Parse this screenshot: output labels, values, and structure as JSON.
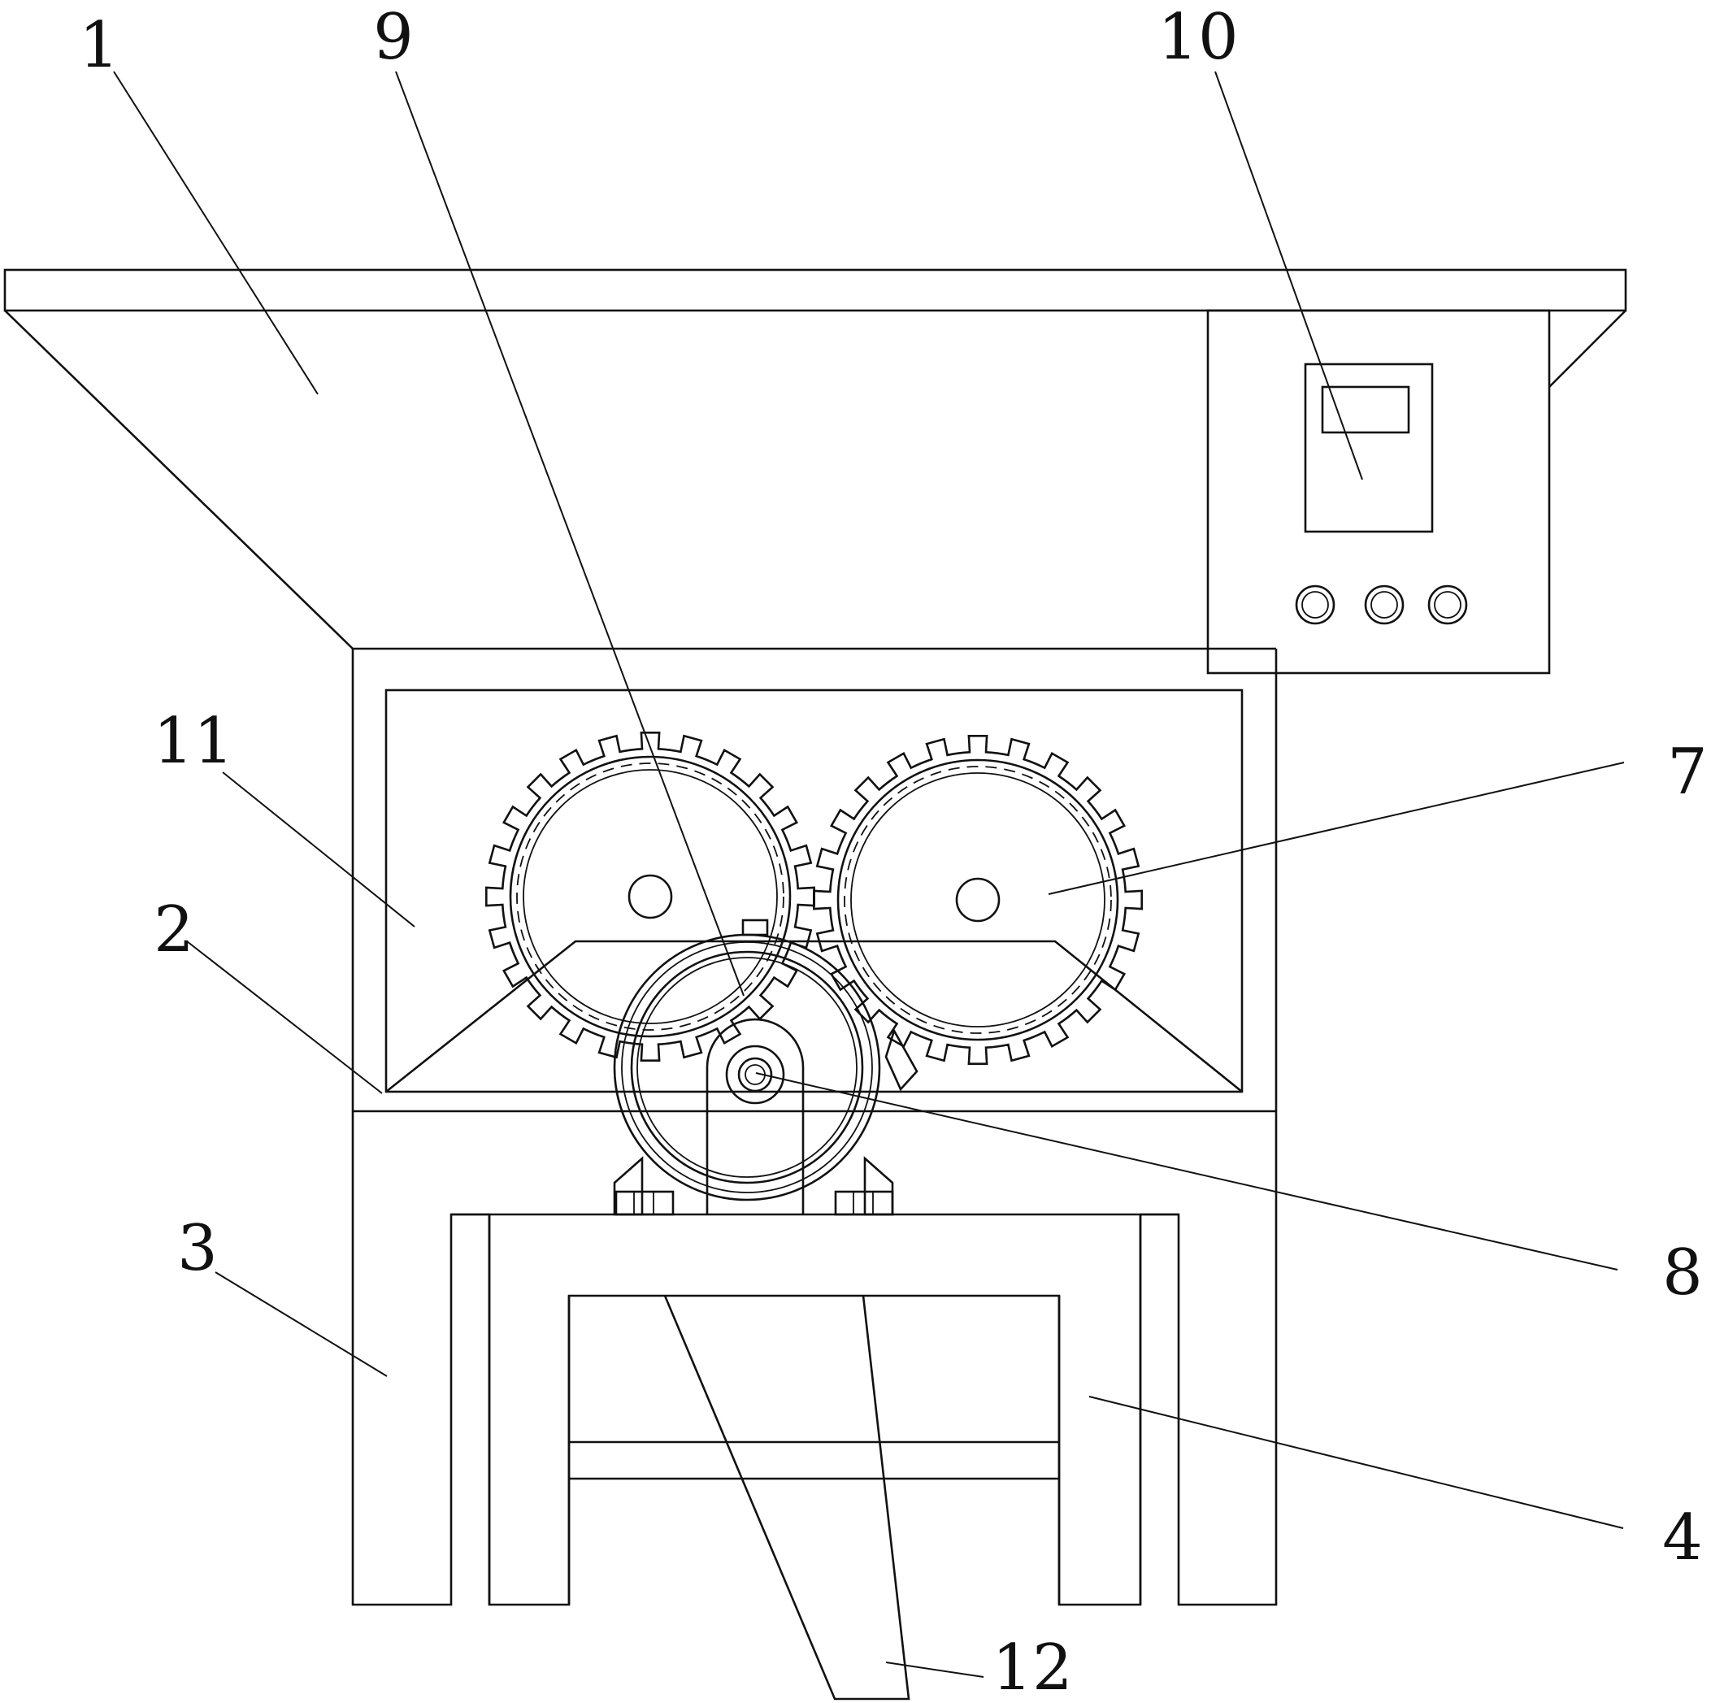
{
  "diagram": {
    "line_color": "#111111",
    "background": "#ffffff",
    "labels": [
      {
        "id": "1",
        "text": "1"
      },
      {
        "id": "2",
        "text": "2"
      },
      {
        "id": "3",
        "text": "3"
      },
      {
        "id": "4",
        "text": "4"
      },
      {
        "id": "7",
        "text": "7"
      },
      {
        "id": "8",
        "text": "8"
      },
      {
        "id": "9",
        "text": "9"
      },
      {
        "id": "10",
        "text": "10"
      },
      {
        "id": "11",
        "text": "11"
      },
      {
        "id": "12",
        "text": "12"
      }
    ],
    "parts": {
      "hopper": "1",
      "screen-plate": "2",
      "frame": "3",
      "collection-box": "4",
      "crushing-roller": "7",
      "motor-shaft": "8",
      "drive-motor": "9",
      "control-box": "10",
      "crushing-chamber": "11",
      "discharge-chute": "12"
    },
    "gears": {
      "left_teeth": 24,
      "right_teeth": 24
    },
    "control_box_buttons": 3
  }
}
